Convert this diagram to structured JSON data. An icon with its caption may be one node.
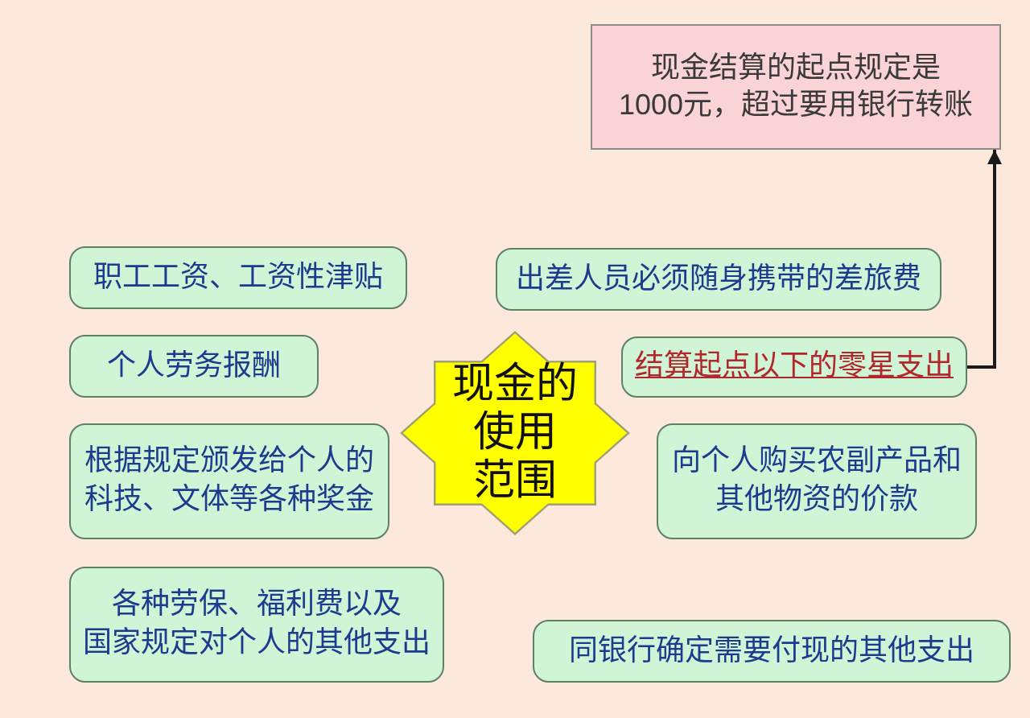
{
  "diagram": {
    "nodes": [
      {
        "text": [
          "现金结算的起点规定是1000元，超过要用银行转账"
        ]
      },
      {
        "text": [
          "职工工资、工资性津贴"
        ]
      },
      {
        "text": [
          "出差人员必须随身携带的差旅费"
        ]
      },
      {
        "text": [
          "个人劳务报酬"
        ]
      },
      {
        "text": [
          "现金的使用范围"
        ]
      },
      {
        "text": [
          "结算起点以下的零星支出"
        ]
      },
      {
        "text": [
          "根据规定颁发给个人的科技、文体等各种奖金"
        ]
      },
      {
        "text": [
          "向个人购买农副产品和其他物资的价款"
        ]
      },
      {
        "text": [
          "各种劳保、福利费以及国家规定对个人的其他支出"
        ]
      },
      {
        "text": [
          "同银行确定需要付现的其他支出"
        ]
      }
    ],
    "edges": [
      {
        "from": 5,
        "to": 0,
        "arrow": "to"
      }
    ]
  }
}
